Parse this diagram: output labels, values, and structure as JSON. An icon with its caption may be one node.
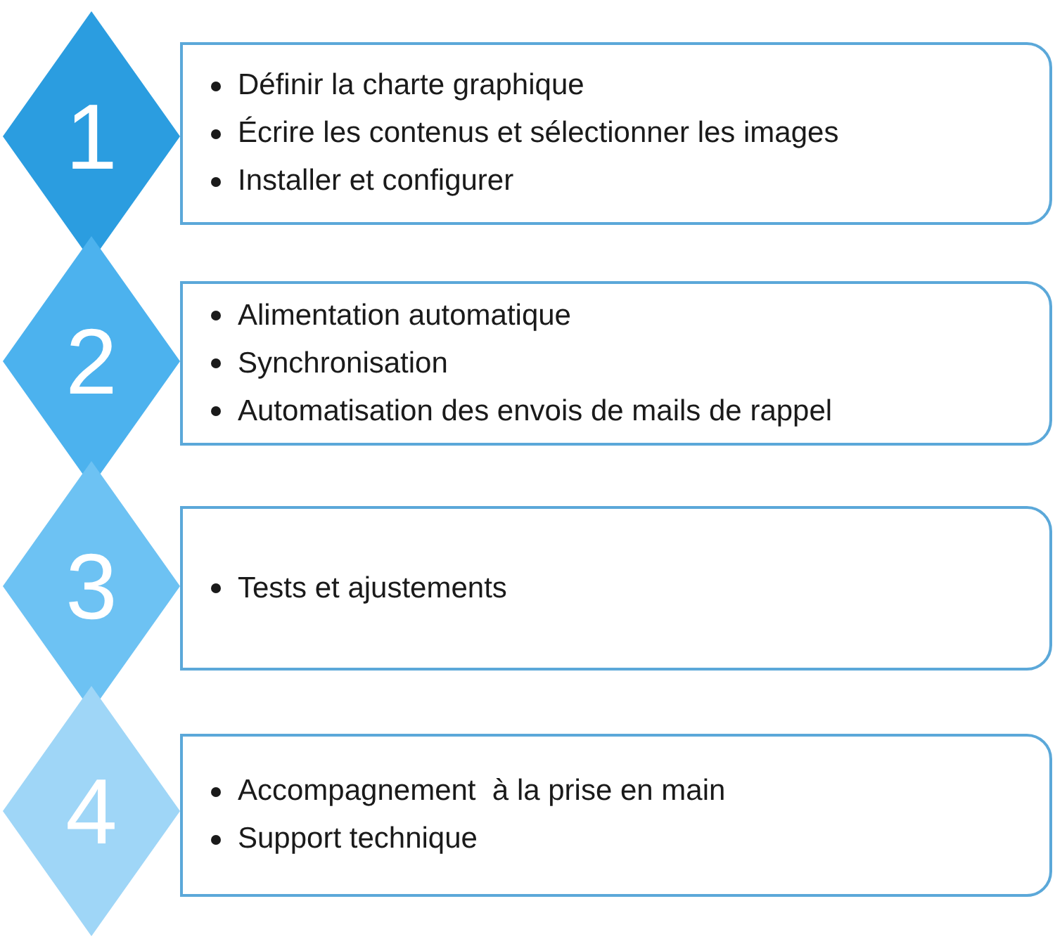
{
  "diagram": {
    "nodes": [
      {
        "text": [
          "1"
        ]
      },
      {
        "text": [
          "Définir la charte graphique",
          "Écrire les contenus et sélectionner les images",
          "Installer et configurer"
        ]
      },
      {
        "text": [
          "2"
        ]
      },
      {
        "text": [
          "Alimentation automatique",
          "Synchronisation",
          "Automatisation des envois de mails de rappel"
        ]
      },
      {
        "text": [
          "3"
        ]
      },
      {
        "text": [
          "Tests et ajustements"
        ]
      },
      {
        "text": [
          "4"
        ]
      },
      {
        "text": [
          "Accompagnement  à la prise en main",
          "Support technique"
        ]
      }
    ]
  }
}
